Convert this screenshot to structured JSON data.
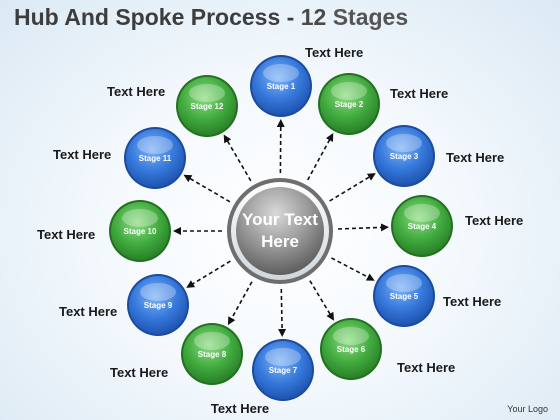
{
  "title": {
    "main": "Hub And Spoke Process",
    "separator": " - ",
    "count": "12",
    "suffix": " Stages"
  },
  "hub": {
    "line1": "Your Text",
    "line2": "Here"
  },
  "stages": [
    {
      "label": "Stage 1",
      "color": "blue",
      "callout": "Text Here"
    },
    {
      "label": "Stage 2",
      "color": "green",
      "callout": "Text Here"
    },
    {
      "label": "Stage 3",
      "color": "blue",
      "callout": "Text Here"
    },
    {
      "label": "Stage 4",
      "color": "green",
      "callout": "Text Here"
    },
    {
      "label": "Stage 5",
      "color": "blue",
      "callout": "Text Here"
    },
    {
      "label": "Stage 6",
      "color": "green",
      "callout": "Text Here"
    },
    {
      "label": "Stage 7",
      "color": "blue",
      "callout": "Text Here"
    },
    {
      "label": "Stage 8",
      "color": "green",
      "callout": "Text Here"
    },
    {
      "label": "Stage 9",
      "color": "blue",
      "callout": "Text Here"
    },
    {
      "label": "Stage 10",
      "color": "green",
      "callout": "Text Here"
    },
    {
      "label": "Stage 11",
      "color": "blue",
      "callout": "Text Here"
    },
    {
      "label": "Stage 12",
      "color": "green",
      "callout": "Text Here"
    }
  ],
  "colors": {
    "blue": "#2f6fd1",
    "green": "#3aa339",
    "hub": "#8a8a8a"
  },
  "logo": "Your Logo"
}
